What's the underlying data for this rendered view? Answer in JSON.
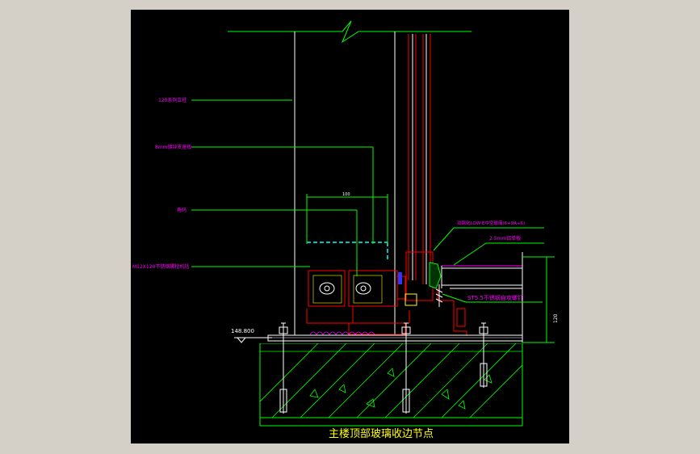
{
  "title": "主楼顶部玻璃收边节点",
  "labels": {
    "column": "120系列立柱",
    "fixing_board": "8mm镀锌支座板",
    "steel_angle": "角码",
    "bolts": "M12X120不锈钢螺栓机括",
    "glass": "双钢化LOW-E中空玻璃(6+9A+6)",
    "plate": "2.5mm铝单板",
    "screw": "ST5.5不锈钢自攻螺钉",
    "elevation": "148.800"
  },
  "dimensions": {
    "width_100": "100",
    "height_120": "120"
  },
  "colors": {
    "background": "#000000",
    "green": "#00ff00",
    "white": "#ffffff",
    "red": "#ff0000",
    "magenta": "#ff00ff",
    "yellow": "#ffff00",
    "cyan": "#00ffff",
    "blue": "#3333ff"
  }
}
